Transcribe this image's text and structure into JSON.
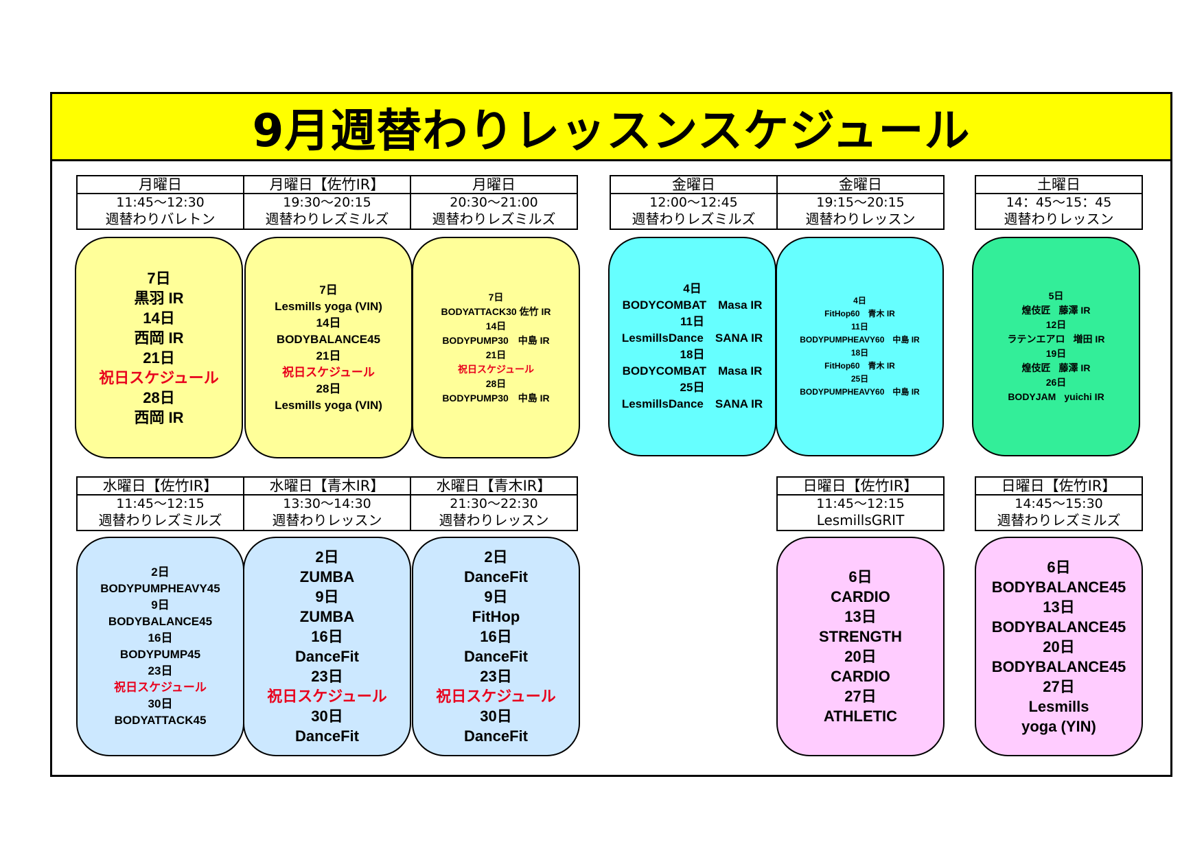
{
  "title": "9月週替わりレッスンスケジュール",
  "slots": [
    {
      "day": "月曜日",
      "time": "11:45〜12:30",
      "name": "週替わりバレトン"
    },
    {
      "day": "月曜日【佐竹IR】",
      "time": "19:30〜20:15",
      "name": "週替わりレズミルズ"
    },
    {
      "day": "月曜日",
      "time": "20:30〜21:00",
      "name": "週替わりレズミルズ"
    },
    {
      "day": "金曜日",
      "time": "12:00〜12:45",
      "name": "週替わりレズミルズ"
    },
    {
      "day": "金曜日",
      "time": "19:15〜20:15",
      "name": "週替わりレッスン"
    },
    {
      "day": "土曜日",
      "time": "14：45〜15：45",
      "name": "週替わりレッスン"
    },
    {
      "day": "水曜日【佐竹IR】",
      "time": "11:45〜12:15",
      "name": "週替わりレズミルズ"
    },
    {
      "day": "水曜日【青木IR】",
      "time": "13:30〜14:30",
      "name": "週替わりレッスン"
    },
    {
      "day": "水曜日【青木IR】",
      "time": "21:30〜22:30",
      "name": "週替わりレッスン"
    },
    {
      "day": "日曜日【佐竹IR】",
      "time": "11:45〜12:15",
      "name": "LesmillsGRIT"
    },
    {
      "day": "日曜日【佐竹IR】",
      "time": "14:45〜15:30",
      "name": "週替わりレズミルズ"
    }
  ],
  "cards": {
    "mon1": [
      "7日",
      "黒羽 IR",
      "14日",
      "西岡 IR",
      "21日",
      "祝日スケジュール",
      "28日",
      "西岡 IR"
    ],
    "mon2": [
      "7日",
      "Lesmills yoga (VIN)",
      "14日",
      "BODYBALANCE45",
      "21日",
      "祝日スケジュール",
      "28日",
      "Lesmills yoga (VIN)"
    ],
    "mon3": [
      "7日",
      "BODYATTACK30 佐竹 IR",
      "14日",
      "BODYPUMP30　中島 IR",
      "21日",
      "祝日スケジュール",
      "28日",
      "BODYPUMP30　中島 IR"
    ],
    "fri1": [
      "4日",
      "BODYCOMBAT　Masa IR",
      "11日",
      "LesmillsDance　SANA IR",
      "18日",
      "BODYCOMBAT　Masa IR",
      "25日",
      "LesmillsDance　SANA IR"
    ],
    "fri2": {
      "d1": "4日",
      "l1a": "FitHop60",
      "l1b": "青木 IR",
      "d2": "11日",
      "l2a": "BODYPUMPHEAVY60",
      "l2b": "中島 IR",
      "d3": "18日",
      "l3a": "FitHop60",
      "l3b": "青木 IR",
      "d4": "25日",
      "l4a": "BODYPUMPHEAVY60",
      "l4b": "中島 IR"
    },
    "sat": {
      "d1": "5日",
      "l1a": "煌伎匠",
      "l1b": "藤澤 IR",
      "d2": "12日",
      "l2a": "ラテンエアロ",
      "l2b": "増田 IR",
      "d3": "19日",
      "l3a": "煌伎匠",
      "l3b": "藤澤 IR",
      "d4": "26日",
      "l4a": "BODYJAM",
      "l4b": "yuichi IR"
    },
    "wed1": [
      "2日",
      "BODYPUMPHEAVY45",
      "9日",
      "BODYBALANCE45",
      "16日",
      "BODYPUMP45",
      "23日",
      "祝日スケジュール",
      "30日",
      "BODYATTACK45"
    ],
    "wed2": [
      "2日",
      "ZUMBA",
      "9日",
      "ZUMBA",
      "16日",
      "DanceFit",
      "23日",
      "祝日スケジュール",
      "30日",
      "DanceFit"
    ],
    "wed3": [
      "2日",
      "DanceFit",
      "9日",
      "FitHop",
      "16日",
      "DanceFit",
      "23日",
      "祝日スケジュール",
      "30日",
      "DanceFit"
    ],
    "sun1": [
      "6日",
      "CARDIO",
      "13日",
      "STRENGTH",
      "20日",
      "CARDIO",
      "27日",
      "ATHLETIC"
    ],
    "sun2": [
      "6日",
      "BODYBALANCE45",
      "13日",
      "BODYBALANCE45",
      "20日",
      "BODYBALANCE45",
      "27日",
      "Lesmills",
      "yoga (YIN)"
    ]
  },
  "colors": {
    "title_band": "#ffff00",
    "mon_cards": "#ffff99",
    "fri_cards": "#66ffff",
    "sat_card": "#33ee99",
    "wed_cards": "#cce8ff",
    "sun_cards": "#ffccff",
    "holiday_text": "#e8001c"
  }
}
